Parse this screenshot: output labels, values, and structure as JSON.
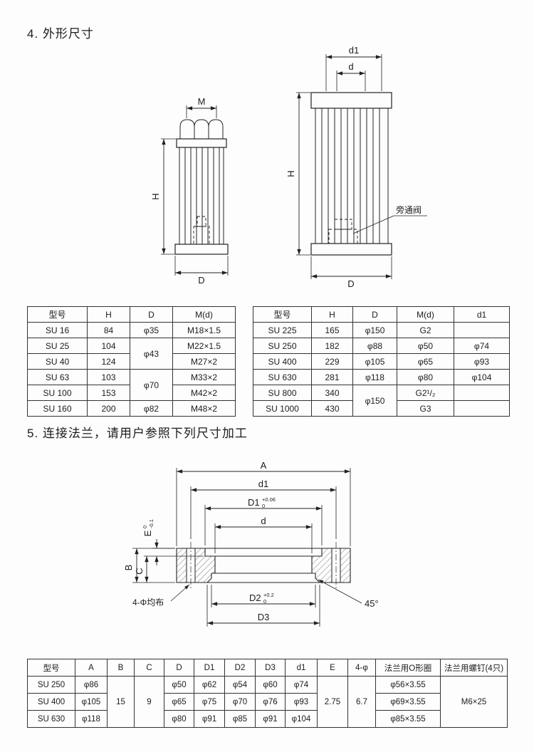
{
  "page": {
    "section4_title": "4. 外形尺寸",
    "section5_title": "5. 连接法兰，请用户参照下列尺寸加工"
  },
  "drawing_small_filter": {
    "m": "M",
    "h": "H",
    "d": "D"
  },
  "drawing_large_filter": {
    "d1": "d1",
    "d": "d",
    "h": "H",
    "dd": "D",
    "bypass_valve": "旁通阀"
  },
  "drawing_flange": {
    "a": "A",
    "d1": "d1",
    "dd1": "D1",
    "dd1_tol_up": "+0.06",
    "dd1_tol_dn": "0",
    "d": "d",
    "e": "E",
    "e_tol_up": "0",
    "e_tol_dn": "-0.1",
    "b": "B",
    "c": "C",
    "holes_note": "4-Φ均布",
    "dd2": "D2",
    "dd2_tol_up": "+0.2",
    "dd2_tol_dn": "0",
    "chamfer": "45°",
    "dd3": "D3"
  },
  "tables": {
    "dims_left": {
      "headers": [
        "型号",
        "H",
        "D",
        "M(d)"
      ],
      "rows": [
        [
          "SU 16",
          "84",
          "φ35",
          "M18×1.5"
        ],
        [
          "SU 25",
          "104",
          {
            "t": "φ43",
            "rs": 2
          },
          "M22×1.5"
        ],
        [
          "SU 40",
          "124",
          null,
          "M27×2"
        ],
        [
          "SU 63",
          "103",
          {
            "t": "φ70",
            "rs": 2
          },
          "M33×2"
        ],
        [
          "SU 100",
          "153",
          null,
          "M42×2"
        ],
        [
          "SU 160",
          "200",
          "φ82",
          "M48×2"
        ]
      ]
    },
    "dims_right": {
      "headers": [
        "型号",
        "H",
        "D",
        "M(d)",
        "d1"
      ],
      "rows": [
        [
          "SU 225",
          "165",
          "φ150",
          "G2",
          ""
        ],
        [
          "SU 250",
          "182",
          "φ88",
          "φ50",
          "φ74"
        ],
        [
          "SU 400",
          "229",
          "φ105",
          "φ65",
          "φ93"
        ],
        [
          "SU 630",
          "281",
          "φ118",
          "φ80",
          "φ104"
        ],
        [
          "SU 800",
          "340",
          {
            "t": "φ150",
            "rs": 2
          },
          "G2¹/₂",
          ""
        ],
        [
          "SU 1000",
          "430",
          null,
          "G3",
          ""
        ]
      ]
    },
    "flange": {
      "headers": [
        "型号",
        "A",
        "B",
        "C",
        "D",
        "D1",
        "D2",
        "D3",
        "d1",
        "E",
        "4-φ",
        "法兰用O形圈",
        "法兰用螺钉(4只)"
      ],
      "rows": [
        [
          "SU 250",
          "φ86",
          {
            "t": "15",
            "rs": 3
          },
          {
            "t": "9",
            "rs": 3
          },
          "φ50",
          "φ62",
          "φ54",
          "φ60",
          "φ74",
          {
            "t": "2.75",
            "rs": 3
          },
          {
            "t": "6.7",
            "rs": 3
          },
          "φ56×3.55",
          {
            "t": "M6×25",
            "rs": 3
          }
        ],
        [
          "SU 400",
          "φ105",
          null,
          null,
          "φ65",
          "φ75",
          "φ70",
          "φ76",
          "φ93",
          null,
          null,
          "φ69×3.55",
          null
        ],
        [
          "SU 630",
          "φ118",
          null,
          null,
          "φ80",
          "φ91",
          "φ85",
          "φ91",
          "φ104",
          null,
          null,
          "φ85×3.55",
          null
        ]
      ]
    }
  }
}
